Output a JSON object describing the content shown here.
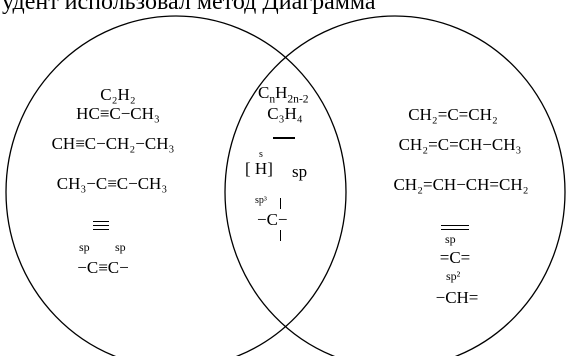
{
  "heading": "удент использовал метод  Диаграмма",
  "left": {
    "l1": "C₂H₂",
    "l2": "HC≡C−CH₃",
    "l3": "CH≡C−CH₂−CH₃",
    "l4": "CH₃−C≡C−CH₃",
    "sp_a": "sp",
    "sp_b": "sp",
    "bond": "−C≡C−"
  },
  "middle": {
    "formula_main": "C",
    "formula_n": "n",
    "formula_h": "H",
    "formula_sub": "2n-2",
    "c3h4": "C₃H₄",
    "s_label": "s",
    "h_bracket": "[ H]",
    "sp": "sp",
    "sp3": "sp³",
    "carbon": "−C−"
  },
  "right": {
    "r1": "CH₂=C=CH₂",
    "r2": "CH₂=C=CH−CH₃",
    "r3": "CH₂=CH−CH=CH₂",
    "sp": "sp",
    "c_double": "=C=",
    "sp2": "sp²",
    "ch": "−CH="
  }
}
